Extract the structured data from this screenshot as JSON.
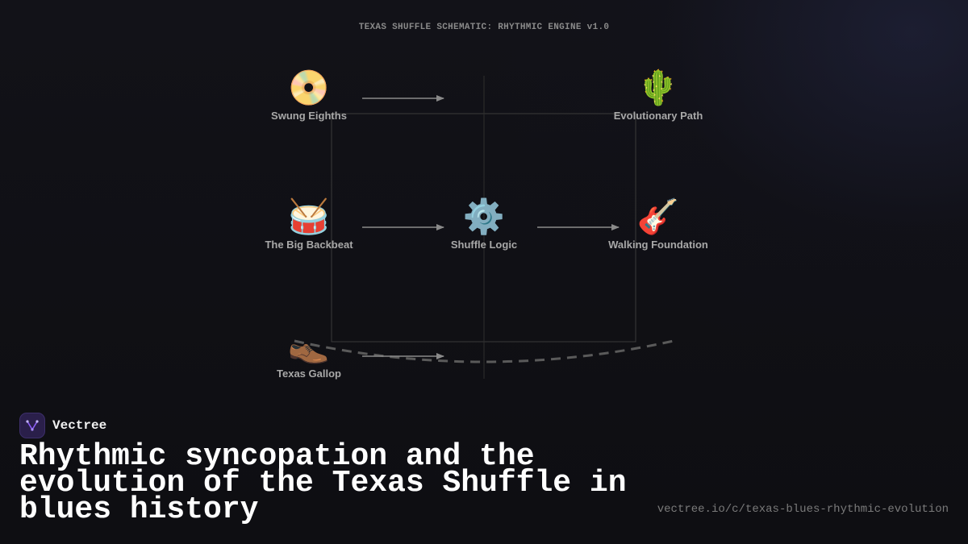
{
  "schematic_title": "TEXAS SHUFFLE SCHEMATIC: RHYTHMIC ENGINE v1.0",
  "nodes": [
    {
      "id": "swung-eighths",
      "label": "Swung Eighths",
      "icon": "dvd-disc-icon",
      "glyph": "📀"
    },
    {
      "id": "evolutionary-path",
      "label": "Evolutionary Path",
      "icon": "cactus-icon",
      "glyph": "🌵"
    },
    {
      "id": "big-backbeat",
      "label": "The Big Backbeat",
      "icon": "drum-icon",
      "glyph": "🥁"
    },
    {
      "id": "shuffle-logic",
      "label": "Shuffle Logic",
      "icon": "gear-icon",
      "glyph": "⚙️"
    },
    {
      "id": "walking-foundation",
      "label": "Walking Foundation",
      "icon": "guitar-icon",
      "glyph": "🎸"
    },
    {
      "id": "texas-gallop",
      "label": "Texas Gallop",
      "icon": "boot-icon",
      "glyph": "👞"
    }
  ],
  "brand": {
    "name": "Vectree",
    "logo": "vectree-logo-icon",
    "accent": "#8b5cf6"
  },
  "headline": "Rhythmic syncopation and the evolution of the Texas Shuffle in blues history",
  "url": "vectree.io/c/texas-blues-rhythmic-evolution",
  "colors": {
    "background": "#0f0f13",
    "line": "#6e6e6e",
    "grid": "#3a3a3a"
  }
}
